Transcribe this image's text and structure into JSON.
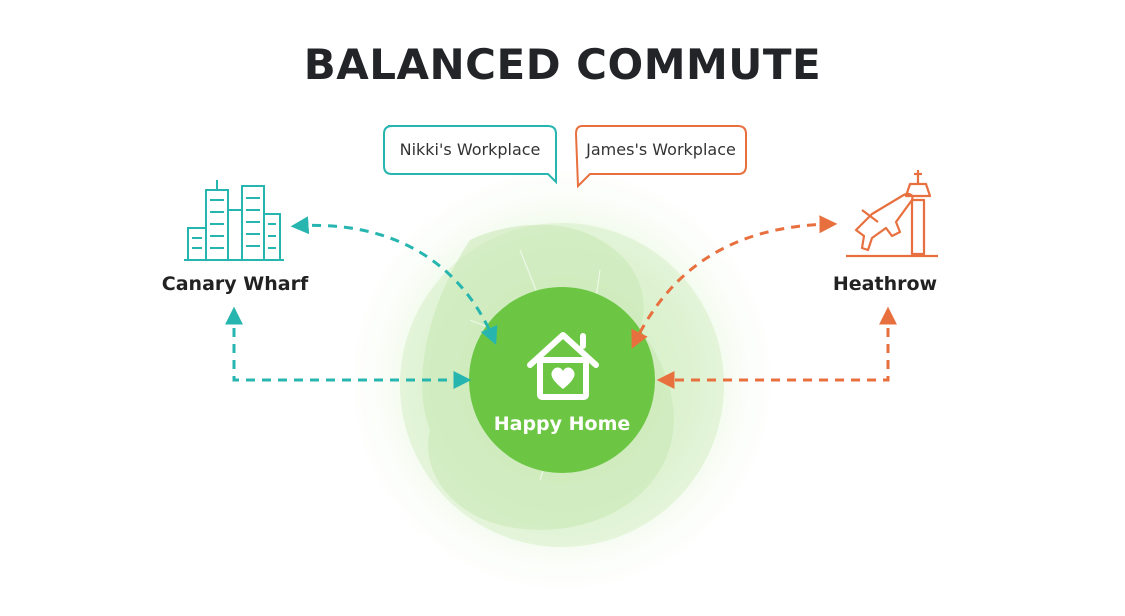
{
  "title": "BALANCED COMMUTE",
  "bubbles": {
    "nikki": "Nikki's Workplace",
    "james": "James's Workplace"
  },
  "places": {
    "left": "Canary Wharf",
    "right": "Heathrow",
    "center": "Happy Home"
  },
  "icons": {
    "left": "city-skyline-icon",
    "right": "airport-icon",
    "center": "house-heart-icon"
  },
  "colors": {
    "teal": "#27b5b0",
    "orange": "#e8703f",
    "green": "#6cc644",
    "title": "#222428"
  }
}
